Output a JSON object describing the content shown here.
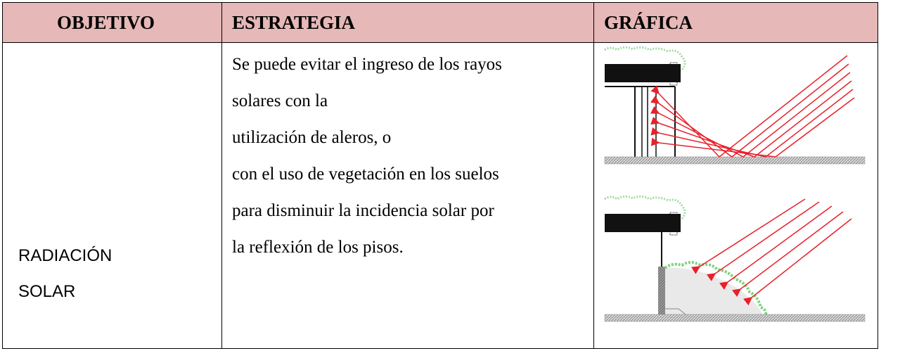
{
  "table": {
    "headers": [
      "OBJETIVO",
      "ESTRATEGIA",
      "GRÁFICA"
    ],
    "objective": [
      "RADIACIÓN",
      "SOLAR"
    ],
    "strategy_lines": [
      "Se puede evitar el ingreso de los rayos",
      "solares con la",
      "utilización de aleros, o",
      "con el uso de vegetación en los suelos",
      "para disminuir la incidencia solar por",
      "la reflexión de los pisos."
    ]
  },
  "figure": {
    "diagrams": [
      "overhang-reflected-rays",
      "vegetation-absorbed-rays"
    ],
    "ray_color": "#e8202a",
    "vegetation_color": "#7ed27e",
    "header_color": "#e6b8b7"
  }
}
